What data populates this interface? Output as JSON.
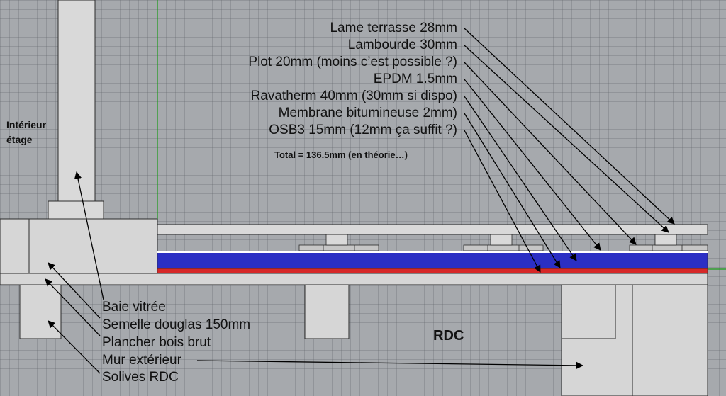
{
  "labels_top": [
    "Lame terrasse 28mm",
    "Lambourde 30mm",
    "Plot 20mm (moins c’est possible ?)",
    "EPDM 1.5mm",
    "Ravatherm 40mm (30mm si dispo)",
    "Membrane bitumineuse 2mm)",
    "OSB3 15mm (12mm ça suffit ?)"
  ],
  "total": "Total = 136.5mm (en théorie…)",
  "interieur_line1": "Intérieur",
  "interieur_line2": "étage",
  "labels_bottom": [
    "Baie vitrée",
    "Semelle douglas 150mm",
    "Plancher bois brut",
    "Mur extérieur",
    "Solives RDC"
  ],
  "rdc": "RDC",
  "colors": {
    "background": "#a6a9ad",
    "structure": "#d6d6d6",
    "ravatherm": "#2b2fc4",
    "membrane": "#d62828",
    "guide_green": "#1a9a1a",
    "arrow": "#000000"
  }
}
